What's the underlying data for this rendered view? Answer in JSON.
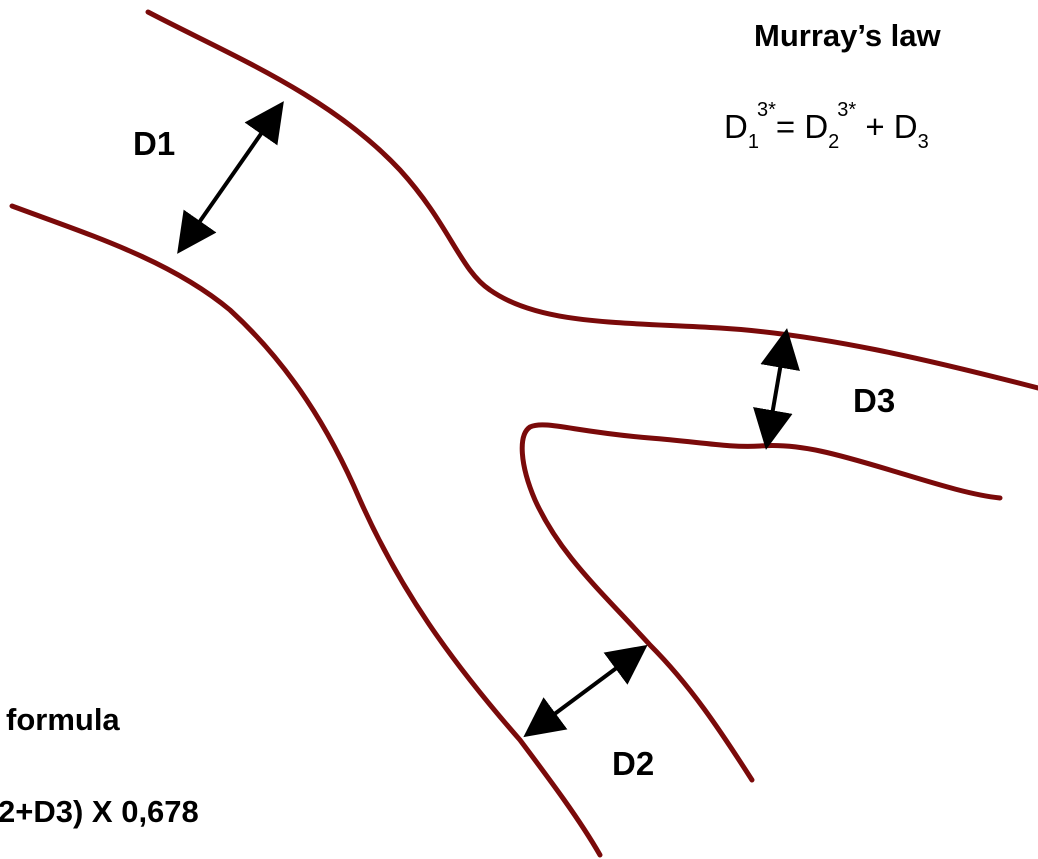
{
  "labels": {
    "d1": "D1",
    "d2": "D2",
    "d3": "D3"
  },
  "murray": {
    "title": "Murray’s law",
    "equation": {
      "lhs_base": "D",
      "lhs_sub": "1",
      "lhs_sup": "3*",
      "equals": "= D",
      "rhs1_sub": "2",
      "rhs1_sup": "3*",
      "plus": " + D",
      "rhs2_sub": "3"
    }
  },
  "formula": {
    "heading": "formula",
    "text": "2+D3) X 0,678"
  },
  "colors": {
    "vessel": "#7a0a0a",
    "arrow": "#000000",
    "background": "#ffffff"
  }
}
